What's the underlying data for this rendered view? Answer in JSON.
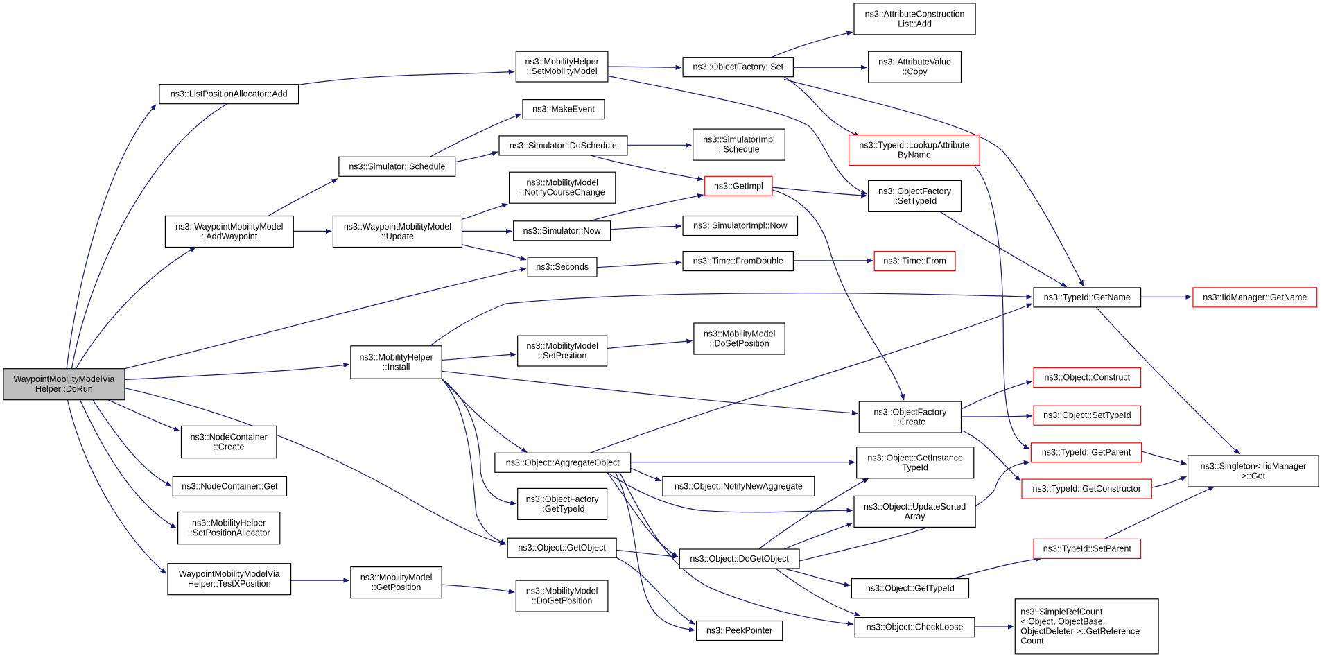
{
  "colors": {
    "edge": "#191970",
    "root_fill": "#bfbfbf",
    "node_fill": "#ffffff",
    "node_border": "#000000",
    "truncated_border": "#ff0000"
  },
  "nodes": {
    "root": {
      "lines": [
        "WaypointMobilityModelVia",
        "Helper::DoRun"
      ],
      "kind": "root"
    },
    "lpaAdd": {
      "lines": [
        "ns3::ListPositionAllocator::Add"
      ],
      "kind": "normal"
    },
    "mhSetMobilityModel": {
      "lines": [
        "ns3::MobilityHelper",
        "::SetMobilityModel"
      ],
      "kind": "normal"
    },
    "ofSet": {
      "lines": [
        "ns3::ObjectFactory::Set"
      ],
      "kind": "normal"
    },
    "aclAdd": {
      "lines": [
        "ns3::AttributeConstruction",
        "List::Add"
      ],
      "kind": "normal"
    },
    "avCopy": {
      "lines": [
        "ns3::AttributeValue",
        "::Copy"
      ],
      "kind": "normal"
    },
    "tidLookup": {
      "lines": [
        "ns3::TypeId::LookupAttribute",
        "ByName"
      ],
      "kind": "truncated"
    },
    "makeEvent": {
      "lines": [
        "ns3::MakeEvent"
      ],
      "kind": "normal"
    },
    "simSchedule": {
      "lines": [
        "ns3::Simulator::Schedule"
      ],
      "kind": "normal"
    },
    "simDoSchedule": {
      "lines": [
        "ns3::Simulator::DoSchedule"
      ],
      "kind": "normal"
    },
    "simImplSchedule": {
      "lines": [
        "ns3::SimulatorImpl",
        "::Schedule"
      ],
      "kind": "normal"
    },
    "getImpl": {
      "lines": [
        "ns3::GetImpl"
      ],
      "kind": "truncated"
    },
    "ofSetTypeId": {
      "lines": [
        "ns3::ObjectFactory",
        "::SetTypeId"
      ],
      "kind": "normal"
    },
    "wmmAddWaypoint": {
      "lines": [
        "ns3::WaypointMobilityModel",
        "::AddWaypoint"
      ],
      "kind": "normal"
    },
    "wmmUpdate": {
      "lines": [
        "ns3::WaypointMobilityModel",
        "::Update"
      ],
      "kind": "normal"
    },
    "mmNotify": {
      "lines": [
        "ns3::MobilityModel",
        "::NotifyCourseChange"
      ],
      "kind": "normal"
    },
    "simNow": {
      "lines": [
        "ns3::Simulator::Now"
      ],
      "kind": "normal"
    },
    "simImplNow": {
      "lines": [
        "ns3::SimulatorImpl::Now"
      ],
      "kind": "normal"
    },
    "seconds": {
      "lines": [
        "ns3::Seconds"
      ],
      "kind": "normal"
    },
    "timeFromDouble": {
      "lines": [
        "ns3::Time::FromDouble"
      ],
      "kind": "normal"
    },
    "timeFrom": {
      "lines": [
        "ns3::Time::From"
      ],
      "kind": "truncated"
    },
    "tidGetName": {
      "lines": [
        "ns3::TypeId::GetName"
      ],
      "kind": "normal"
    },
    "iidGetName": {
      "lines": [
        "ns3::IidManager::GetName"
      ],
      "kind": "truncated"
    },
    "mhInstall": {
      "lines": [
        "ns3::MobilityHelper",
        "::Install"
      ],
      "kind": "normal"
    },
    "mmSetPosition": {
      "lines": [
        "ns3::MobilityModel",
        "::SetPosition"
      ],
      "kind": "normal"
    },
    "mmDoSetPosition": {
      "lines": [
        "ns3::MobilityModel",
        "::DoSetPosition"
      ],
      "kind": "normal"
    },
    "objConstruct": {
      "lines": [
        "ns3::Object::Construct"
      ],
      "kind": "truncated"
    },
    "ofCreate": {
      "lines": [
        "ns3::ObjectFactory",
        "::Create"
      ],
      "kind": "normal"
    },
    "objSetTypeId": {
      "lines": [
        "ns3::Object::SetTypeId"
      ],
      "kind": "truncated"
    },
    "ncCreate": {
      "lines": [
        "ns3::NodeContainer",
        "::Create"
      ],
      "kind": "normal"
    },
    "objAggregate": {
      "lines": [
        "ns3::Object::AggregateObject"
      ],
      "kind": "normal"
    },
    "objGetInstance": {
      "lines": [
        "ns3::Object::GetInstance",
        "TypeId"
      ],
      "kind": "normal"
    },
    "tidGetParent": {
      "lines": [
        "ns3::TypeId::GetParent"
      ],
      "kind": "truncated"
    },
    "singletonGet": {
      "lines": [
        "ns3::Singleton< IidManager",
        " >::Get"
      ],
      "kind": "normal"
    },
    "ncGet": {
      "lines": [
        "ns3::NodeContainer::Get"
      ],
      "kind": "normal"
    },
    "objNotifyNewAgg": {
      "lines": [
        "ns3::Object::NotifyNewAggregate"
      ],
      "kind": "normal"
    },
    "tidGetConstructor": {
      "lines": [
        "ns3::TypeId::GetConstructor"
      ],
      "kind": "truncated"
    },
    "ofGetTypeId": {
      "lines": [
        "ns3::ObjectFactory",
        "::GetTypeId"
      ],
      "kind": "normal"
    },
    "objUpdateSorted": {
      "lines": [
        "ns3::Object::UpdateSorted",
        "Array"
      ],
      "kind": "normal"
    },
    "mhSetPosAlloc": {
      "lines": [
        "ns3::MobilityHelper",
        "::SetPositionAllocator"
      ],
      "kind": "normal"
    },
    "objGetObject": {
      "lines": [
        "ns3::Object::GetObject"
      ],
      "kind": "normal"
    },
    "objDoGetObject": {
      "lines": [
        "ns3::Object::DoGetObject"
      ],
      "kind": "normal"
    },
    "tidSetParent": {
      "lines": [
        "ns3::TypeId::SetParent"
      ],
      "kind": "truncated"
    },
    "testXPosition": {
      "lines": [
        "WaypointMobilityModelVia",
        "Helper::TestXPosition"
      ],
      "kind": "normal"
    },
    "mmGetPosition": {
      "lines": [
        "ns3::MobilityModel",
        "::GetPosition"
      ],
      "kind": "normal"
    },
    "objGetTypeId": {
      "lines": [
        "ns3::Object::GetTypeId"
      ],
      "kind": "normal"
    },
    "mmDoGetPosition": {
      "lines": [
        "ns3::MobilityModel",
        "::DoGetPosition"
      ],
      "kind": "normal"
    },
    "peekPointer": {
      "lines": [
        "ns3::PeekPointer"
      ],
      "kind": "normal"
    },
    "objCheckLoose": {
      "lines": [
        "ns3::Object::CheckLoose"
      ],
      "kind": "normal"
    },
    "simpleRefCount": {
      "lines": [
        "ns3::SimpleRefCount",
        "< Object, ObjectBase,",
        " ObjectDeleter >::GetReference",
        "Count"
      ],
      "kind": "normal"
    }
  },
  "edges": [
    [
      "root",
      "lpaAdd"
    ],
    [
      "root",
      "mhSetMobilityModel"
    ],
    [
      "root",
      "wmmAddWaypoint"
    ],
    [
      "root",
      "seconds"
    ],
    [
      "root",
      "mhInstall"
    ],
    [
      "root",
      "ncCreate"
    ],
    [
      "root",
      "ncGet"
    ],
    [
      "root",
      "mhSetPosAlloc"
    ],
    [
      "root",
      "objGetObject"
    ],
    [
      "root",
      "testXPosition"
    ],
    [
      "mhSetMobilityModel",
      "ofSet"
    ],
    [
      "mhSetMobilityModel",
      "ofSetTypeId"
    ],
    [
      "ofSet",
      "aclAdd"
    ],
    [
      "ofSet",
      "avCopy"
    ],
    [
      "ofSet",
      "tidLookup"
    ],
    [
      "ofSet",
      "tidGetName"
    ],
    [
      "tidLookup",
      "tidGetParent"
    ],
    [
      "simSchedule",
      "makeEvent"
    ],
    [
      "simSchedule",
      "simDoSchedule"
    ],
    [
      "simDoSchedule",
      "simImplSchedule"
    ],
    [
      "simDoSchedule",
      "getImpl"
    ],
    [
      "getImpl",
      "ofSetTypeId"
    ],
    [
      "getImpl",
      "ofCreate"
    ],
    [
      "ofSetTypeId",
      "tidGetName"
    ],
    [
      "wmmAddWaypoint",
      "simSchedule"
    ],
    [
      "wmmAddWaypoint",
      "wmmUpdate"
    ],
    [
      "wmmUpdate",
      "mmNotify"
    ],
    [
      "wmmUpdate",
      "simNow"
    ],
    [
      "wmmUpdate",
      "seconds"
    ],
    [
      "simNow",
      "getImpl"
    ],
    [
      "simNow",
      "simImplNow"
    ],
    [
      "seconds",
      "timeFromDouble"
    ],
    [
      "timeFromDouble",
      "timeFrom"
    ],
    [
      "tidGetName",
      "iidGetName"
    ],
    [
      "tidGetName",
      "singletonGet"
    ],
    [
      "mhInstall",
      "tidGetName"
    ],
    [
      "mhInstall",
      "mmSetPosition"
    ],
    [
      "mhInstall",
      "ofCreate"
    ],
    [
      "mhInstall",
      "objAggregate"
    ],
    [
      "mhInstall",
      "ofGetTypeId"
    ],
    [
      "mhInstall",
      "objGetObject"
    ],
    [
      "mmSetPosition",
      "mmDoSetPosition"
    ],
    [
      "ofCreate",
      "objConstruct"
    ],
    [
      "ofCreate",
      "objSetTypeId"
    ],
    [
      "ofCreate",
      "tidGetConstructor"
    ],
    [
      "objAggregate",
      "tidGetName"
    ],
    [
      "objAggregate",
      "objGetInstance"
    ],
    [
      "objAggregate",
      "objNotifyNewAgg"
    ],
    [
      "objAggregate",
      "objUpdateSorted"
    ],
    [
      "objAggregate",
      "objDoGetObject"
    ],
    [
      "objAggregate",
      "peekPointer"
    ],
    [
      "objAggregate",
      "objCheckLoose"
    ],
    [
      "tidGetParent",
      "singletonGet"
    ],
    [
      "tidGetConstructor",
      "singletonGet"
    ],
    [
      "tidSetParent",
      "singletonGet"
    ],
    [
      "objGetObject",
      "objDoGetObject"
    ],
    [
      "objGetObject",
      "peekPointer"
    ],
    [
      "objDoGetObject",
      "objGetInstance"
    ],
    [
      "objDoGetObject",
      "objUpdateSorted"
    ],
    [
      "objDoGetObject",
      "tidGetParent"
    ],
    [
      "objDoGetObject",
      "objGetTypeId"
    ],
    [
      "objDoGetObject",
      "objCheckLoose"
    ],
    [
      "objGetTypeId",
      "tidSetParent"
    ],
    [
      "testXPosition",
      "mmGetPosition"
    ],
    [
      "mmGetPosition",
      "mmDoGetPosition"
    ],
    [
      "objCheckLoose",
      "simpleRefCount"
    ]
  ]
}
